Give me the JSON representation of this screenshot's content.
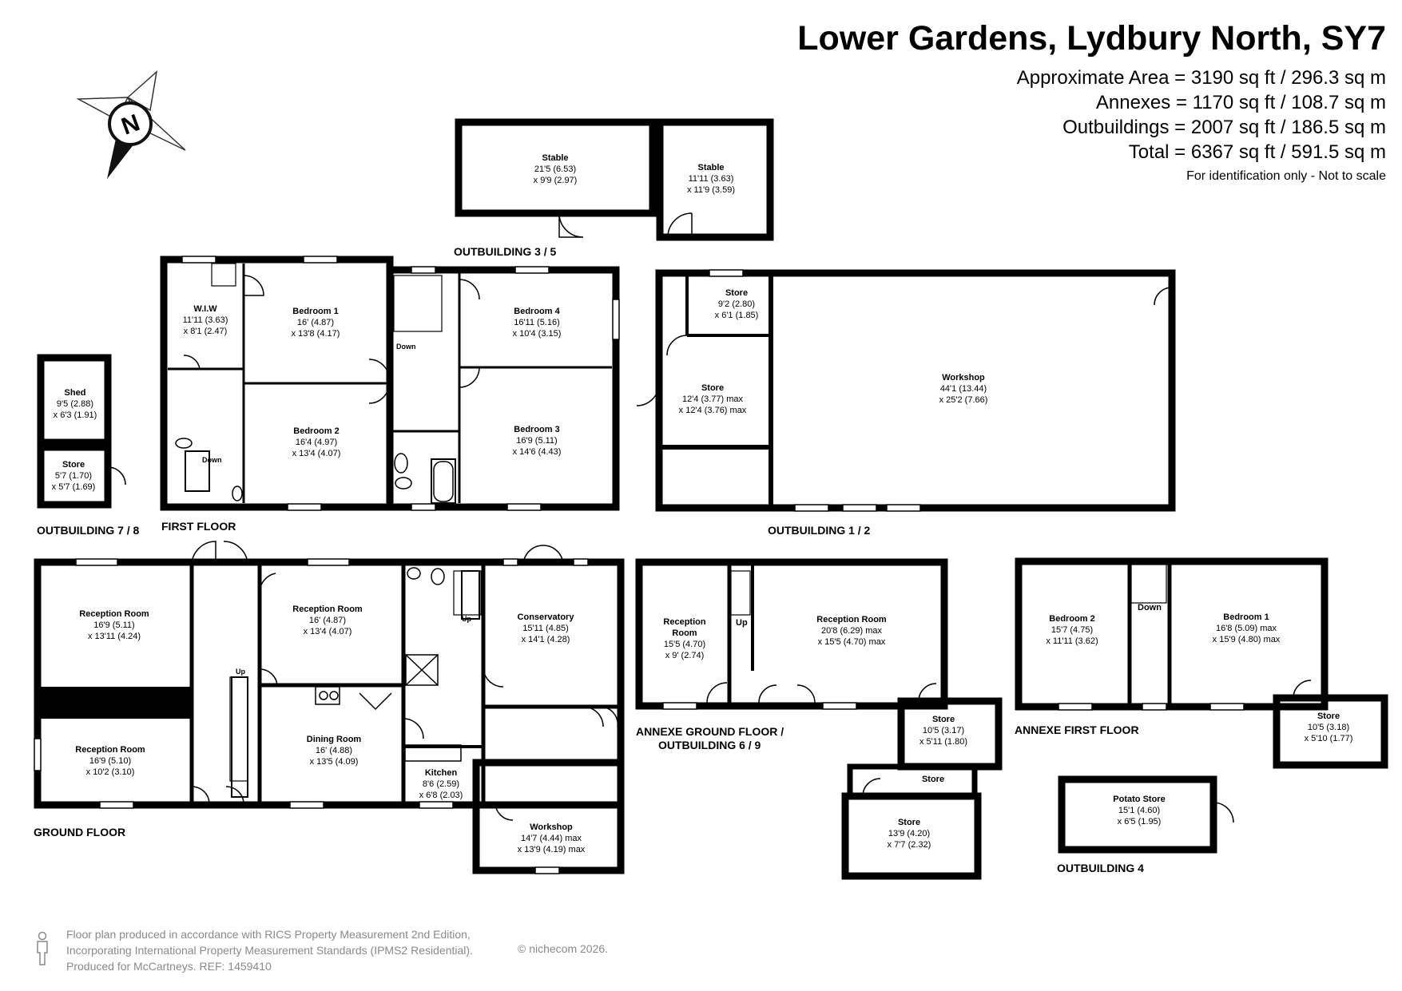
{
  "header": {
    "title": "Lower Gardens, Lydbury North, SY7",
    "areas": [
      "Approximate Area = 3190 sq ft / 296.3 sq m",
      "Annexes = 1170 sq ft / 108.7 sq m",
      "Outbuildings = 2007 sq ft / 186.5 sq m",
      "Total = 6367 sq ft / 591.5 sq m"
    ],
    "note": "For identification only - Not to scale"
  },
  "compass": {
    "label": "N"
  },
  "section_labels": {
    "outbuilding_3_5": "OUTBUILDING 3 / 5",
    "outbuilding_7_8": "OUTBUILDING 7 / 8",
    "first_floor": "FIRST FLOOR",
    "outbuilding_1_2": "OUTBUILDING 1 / 2",
    "ground_floor": "GROUND FLOOR",
    "annexe_ground_1": "ANNEXE GROUND FLOOR /",
    "annexe_ground_2": "OUTBUILDING 6 / 9",
    "annexe_first": "ANNEXE FIRST FLOOR",
    "outbuilding_4": "OUTBUILDING 4"
  },
  "rooms": {
    "stable_1": [
      "Stable",
      "21'5 (6.53)",
      "x 9'9 (2.97)"
    ],
    "stable_2": [
      "Stable",
      "11'11 (3.63)",
      "x 11'9 (3.59)"
    ],
    "shed": [
      "Shed",
      "9'5 (2.88)",
      "x 6'3 (1.91)"
    ],
    "store_78": [
      "Store",
      "5'7 (1.70)",
      "x 5'7 (1.69)"
    ],
    "wiw": [
      "W.I.W",
      "11'11 (3.63)",
      "x 8'1 (2.47)"
    ],
    "bedroom_1": [
      "Bedroom 1",
      "16' (4.87)",
      "x 13'8 (4.17)"
    ],
    "bedroom_4": [
      "Bedroom 4",
      "16'11 (5.16)",
      "x 10'4 (3.15)"
    ],
    "bedroom_2": [
      "Bedroom 2",
      "16'4 (4.97)",
      "x 13'4 (4.07)"
    ],
    "bedroom_3": [
      "Bedroom 3",
      "16'9 (5.11)",
      "x 14'6 (4.43)"
    ],
    "store_ob1": [
      "Store",
      "9'2 (2.80)",
      "x 6'1 (1.85)"
    ],
    "store_ob2": [
      "Store",
      "12'4 (3.77) max",
      "x 12'4 (3.76) max"
    ],
    "workshop_ob": [
      "Workshop",
      "44'1 (13.44)",
      "x 25'2 (7.66)"
    ],
    "reception_g1": [
      "Reception Room",
      "16'9 (5.11)",
      "x 13'11 (4.24)"
    ],
    "reception_g2": [
      "Reception Room",
      "16' (4.87)",
      "x 13'4 (4.07)"
    ],
    "conservatory": [
      "Conservatory",
      "15'11 (4.85)",
      "x 14'1 (4.28)"
    ],
    "reception_g3": [
      "Reception Room",
      "16'9 (5.10)",
      "x 10'2 (3.10)"
    ],
    "dining": [
      "Dining Room",
      "16' (4.88)",
      "x 13'5 (4.09)"
    ],
    "kitchen": [
      "Kitchen",
      "8'6 (2.59)",
      "x 6'8 (2.03)"
    ],
    "workshop_g": [
      "Workshop",
      "14'7 (4.44) max",
      "x 13'9 (4.19) max"
    ],
    "annexe_reception_1": [
      "Reception",
      "Room",
      "15'5 (4.70)",
      "x 9' (2.74)"
    ],
    "annexe_reception_2": [
      "Reception Room",
      "20'8 (6.29) max",
      "x 15'5 (4.70) max"
    ],
    "annexe_store_1": [
      "Store",
      "10'5 (3.17)",
      "x 5'11 (1.80)"
    ],
    "annexe_store_2": [
      "Store"
    ],
    "annexe_store_3": [
      "Store",
      "13'9 (4.20)",
      "x 7'7 (2.32)"
    ],
    "annexe_bedroom_2": [
      "Bedroom 2",
      "15'7 (4.75)",
      "x 11'11 (3.62)"
    ],
    "annexe_bedroom_1": [
      "Bedroom 1",
      "16'8 (5.09) max",
      "x 15'9 (4.80) max"
    ],
    "annexe_store_4": [
      "Store",
      "10'5 (3.18)",
      "x 5'10 (1.77)"
    ],
    "potato_store": [
      "Potato Store",
      "15'1 (4.60)",
      "x 6'5 (1.95)"
    ]
  },
  "stairs": {
    "down_first": "Down",
    "down_first_2": "Down",
    "up_ground": "Up",
    "up_ground_2": "Up",
    "up_annexe": "Up",
    "down_annexe": "Down"
  },
  "footer": {
    "line1": "Floor plan produced in accordance with RICS Property Measurement 2nd Edition,",
    "line2": "Incorporating International Property Measurement Standards (IPMS2 Residential).",
    "line3": "Produced for McCartneys.   REF:  1459410",
    "copyright": "© nichecom 2026."
  }
}
